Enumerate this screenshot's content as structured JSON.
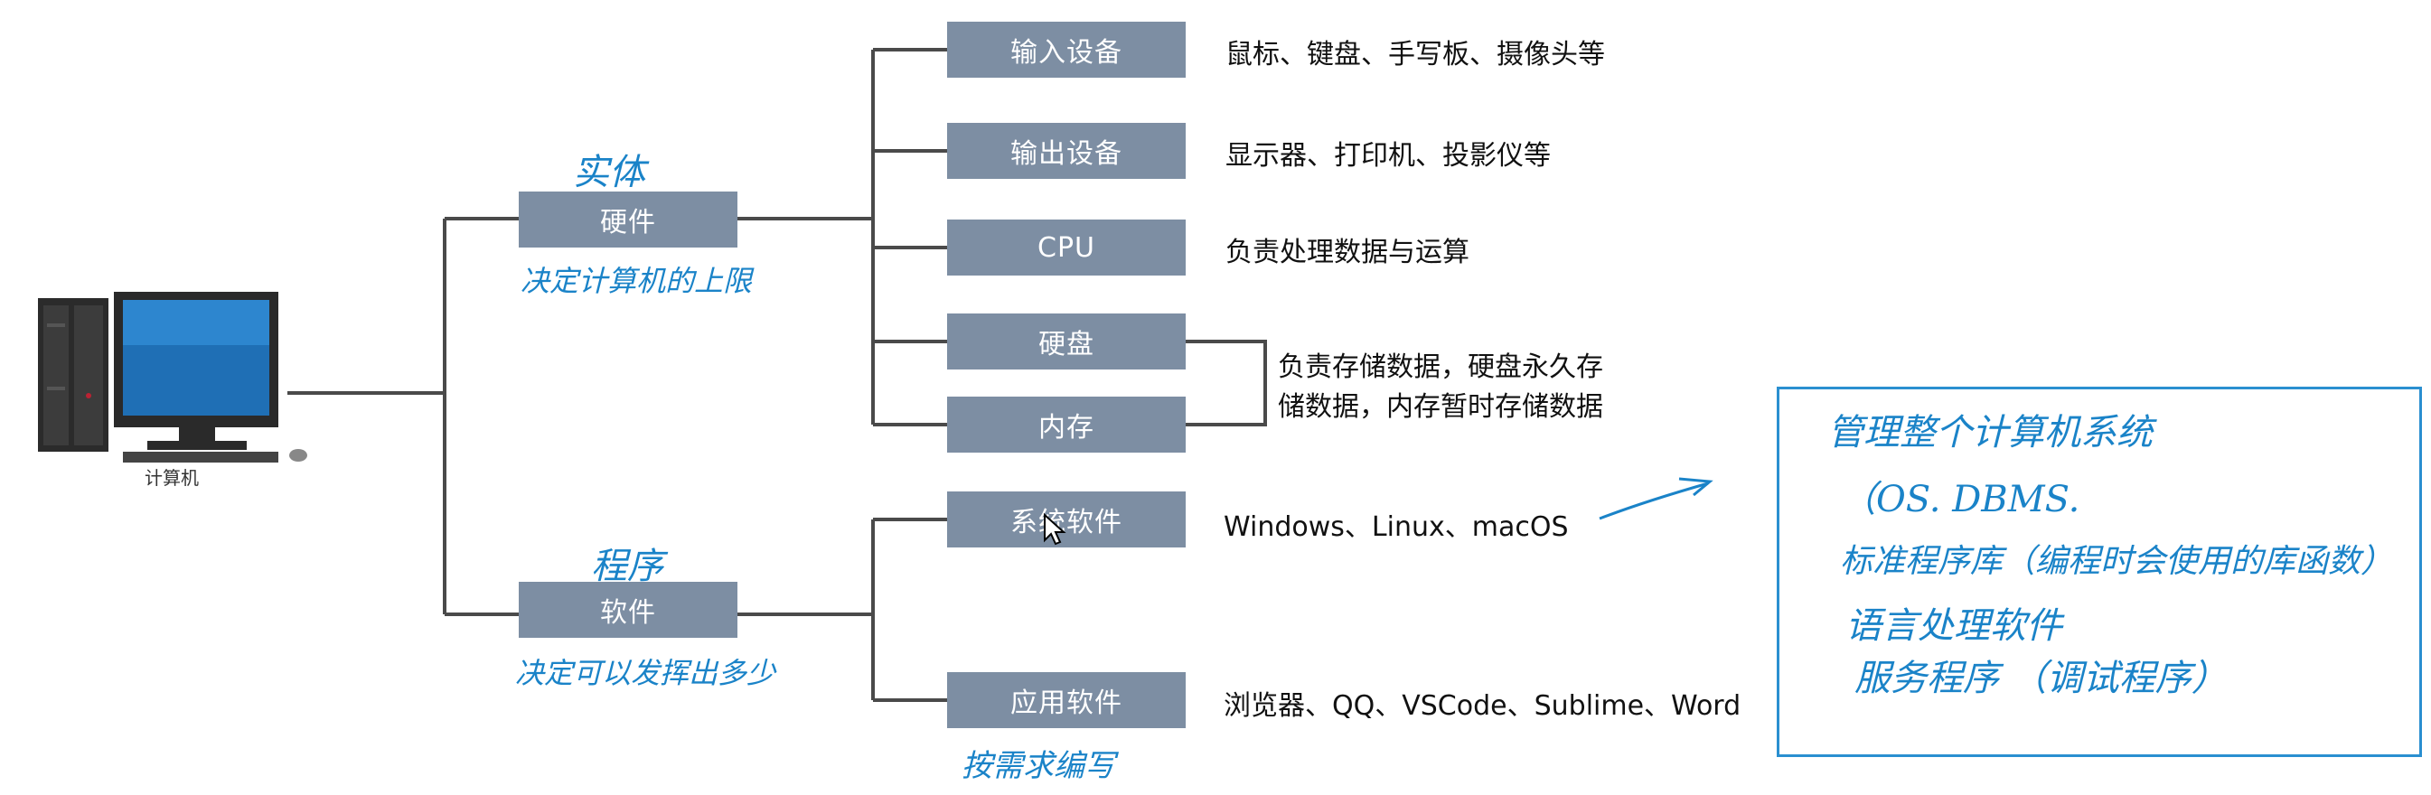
{
  "computer": {
    "label": "计算机"
  },
  "hardware": {
    "label": "硬件",
    "note_above": "实体",
    "note_below": "决定计算机的上限",
    "children": [
      {
        "label": "输入设备",
        "desc": "鼠标、键盘、手写板、摄像头等"
      },
      {
        "label": "输出设备",
        "desc": "显示器、打印机、投影仪等"
      },
      {
        "label": "CPU",
        "desc": "负责处理数据与运算"
      },
      {
        "label": "硬盘"
      },
      {
        "label": "内存"
      }
    ],
    "storage_desc": "负责存储数据，硬盘永久存储数据，内存暂时存储数据"
  },
  "software": {
    "label": "软件",
    "note_above": "程序",
    "note_below": "决定可以发挥出多少",
    "children": [
      {
        "label": "系统软件",
        "desc": "Windows、Linux、macOS"
      },
      {
        "label": "应用软件",
        "desc": "浏览器、QQ、VSCode、Sublime、Word",
        "note_below": "按需求编写"
      }
    ]
  },
  "system_note": {
    "lines": [
      "管理整个计算机系统",
      "（OS. DBMS.",
      "标准程序库（编程时会使用的库函数）",
      "语言处理软件",
      "服务程序  （调试程序）"
    ]
  },
  "colors": {
    "node_fill": "#7d8ea3",
    "handwriting": "#1a83c8",
    "note_border": "#2a8fd0",
    "connector": "#4a4a4a"
  }
}
